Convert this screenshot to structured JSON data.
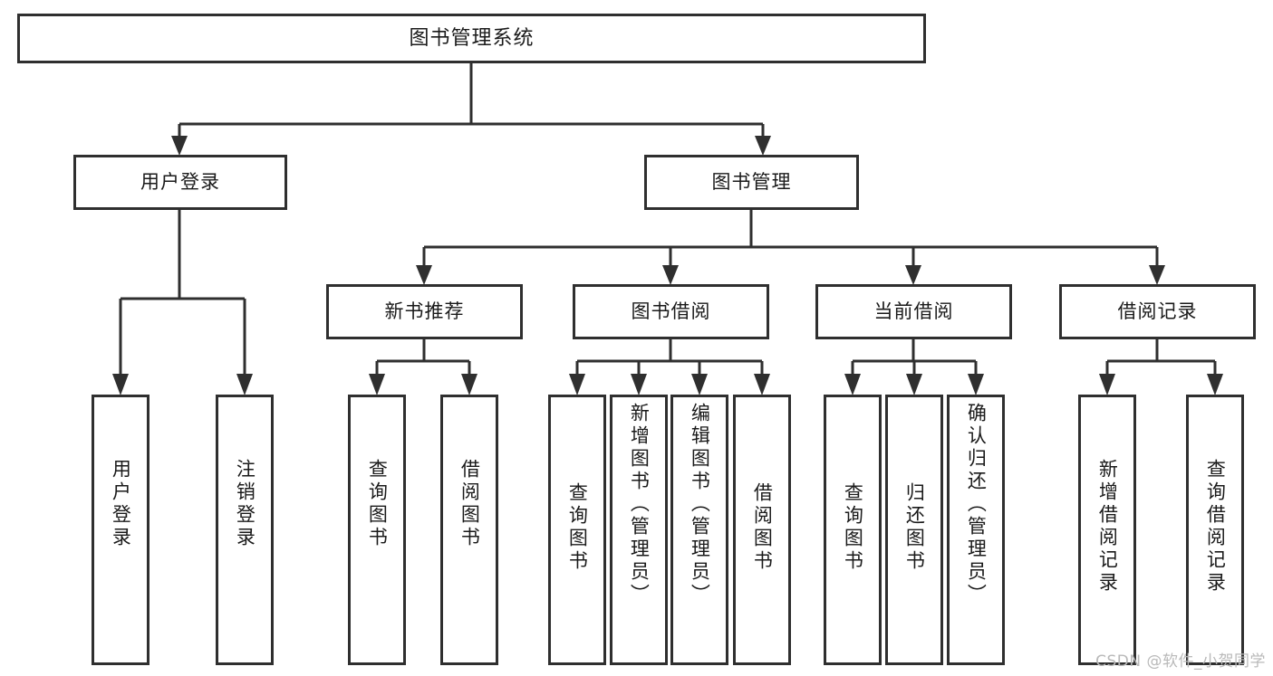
{
  "diagram": {
    "title": "图书管理系统",
    "type": "tree-hierarchy-diagram",
    "colors": {
      "box_stroke": "#2f2f2f",
      "box_fill": "#ffffff",
      "connector": "#2f2f2f",
      "text": "#1a1a1a",
      "watermark": "#b9b9b9",
      "background": "#ffffff"
    },
    "root": {
      "label": "图书管理系统"
    },
    "level2": [
      {
        "label": "用户登录"
      },
      {
        "label": "图书管理"
      }
    ],
    "level3": [
      {
        "label": "新书推荐"
      },
      {
        "label": "图书借阅"
      },
      {
        "label": "当前借阅"
      },
      {
        "label": "借阅记录"
      }
    ],
    "leaves": {
      "user_login": [
        {
          "label": "用户登录"
        },
        {
          "label": "注销登录"
        }
      ],
      "new_book_recommend": [
        {
          "label": "查询图书"
        },
        {
          "label": "借阅图书"
        }
      ],
      "book_borrow": [
        {
          "label": "查询图书"
        },
        {
          "label": "新增图书（管理员）"
        },
        {
          "label": "编辑图书（管理员）"
        },
        {
          "label": "借阅图书"
        }
      ],
      "current_borrow": [
        {
          "label": "查询图书"
        },
        {
          "label": "归还图书"
        },
        {
          "label": "确认归还（管理员）"
        }
      ],
      "borrow_record": [
        {
          "label": "新增借阅记录"
        },
        {
          "label": "查询借阅记录"
        }
      ]
    }
  },
  "watermark": {
    "text": "CSDN @软件_小贺同学"
  }
}
